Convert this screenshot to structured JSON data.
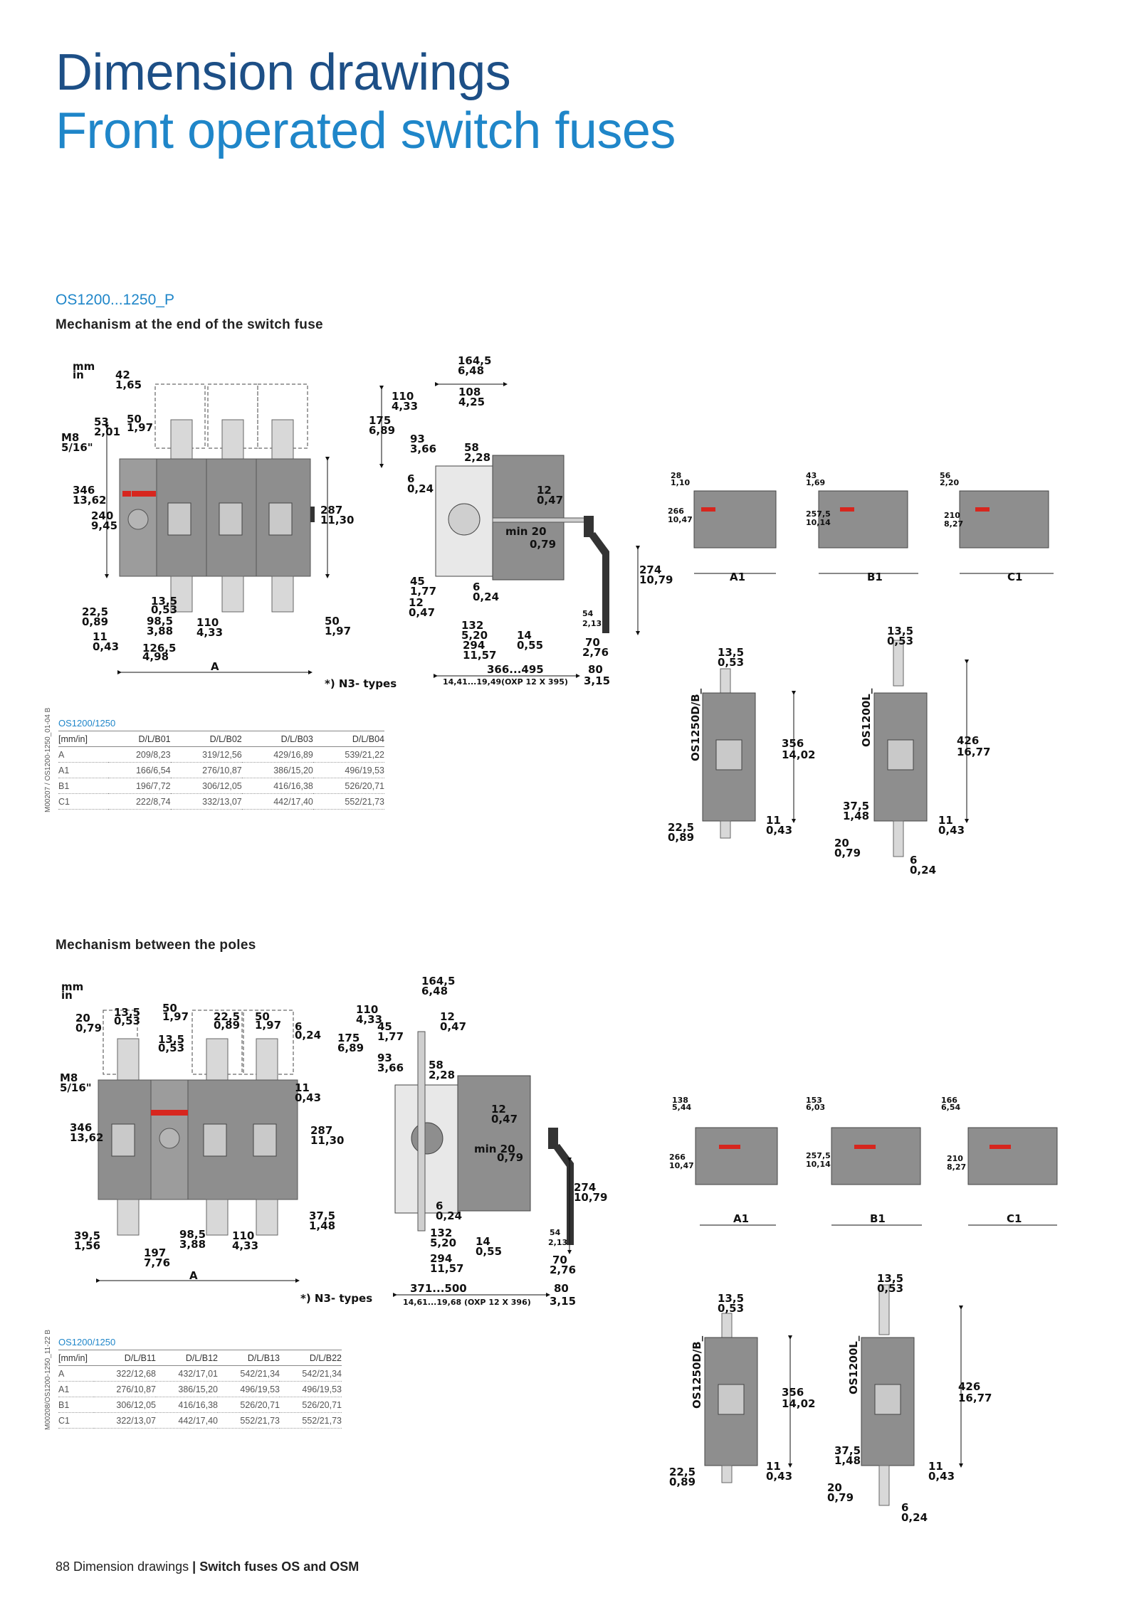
{
  "header": {
    "title_line1": "Dimension drawings",
    "title_line2": "Front operated switch fuses"
  },
  "section": {
    "title": "OS1200...1250_P",
    "sub1": "Mechanism at the end of the switch fuse",
    "sub2": "Mechanism between the poles"
  },
  "drawing_ref": {
    "top": "M00207 / OS1200-1250_01-04 B",
    "bottom": "M00208/OS1200-1250_11-22 B"
  },
  "labels": {
    "units_mm": "mm",
    "units_in": "in",
    "n3_note": "*) N3- types",
    "A": "A",
    "A1": "A1",
    "B1": "B1",
    "C1": "C1",
    "os1250db": "OS1250D/B_",
    "os1200l": "OS1200L_",
    "d356": "356",
    "d356in": "14,02",
    "d426": "426",
    "d426in": "16,77",
    "d135": "13,5",
    "d135in": "0,53",
    "d225": "22,5",
    "d225in": "0,89",
    "d11": "11",
    "d11in": "0,43",
    "d375": "37,5",
    "d375in": "1,48",
    "d20": "20",
    "d20in": "0,79",
    "d6": "6",
    "d6in": "0,24",
    "d1645": "164,5",
    "d1645in": "6,48",
    "d274": "274",
    "d274in": "10,79",
    "d287": "287",
    "d287in": "11,30",
    "d346": "346",
    "d346in": "13,62",
    "minlabel": "min 20",
    "minlabel_in": "0,79",
    "range1": "366...495",
    "range1b": "14,41...19,49(OXP 12 X 395)",
    "range2": "371...500",
    "range2b": "14,61...19,68 (OXP 12 X 396)",
    "d80": "80",
    "d315": "3,15",
    "d70": "70",
    "d276": "2,76",
    "m8": "M8",
    "m8in": "5/16\"",
    "d42": "42",
    "d42in": "1,65",
    "d53": "53",
    "d53in": "2,01",
    "d50": "50",
    "d50in": "1,97",
    "d240": "240",
    "d240in": "9,45",
    "d110": "110",
    "d110in": "4,33",
    "d175": "175",
    "d175in": "6,89",
    "d108": "108",
    "d108in": "4,25",
    "d93": "93",
    "d93in": "3,66",
    "d58": "58",
    "d58in": "2,28",
    "d12": "12",
    "d12in": "0,47",
    "d45": "45",
    "d45in": "1,77",
    "d132": "132",
    "d132in": "5,20",
    "d14": "14",
    "d14in": "0,55",
    "d294": "294",
    "d294in": "11,57",
    "d54": "54",
    "d54in": "2,13",
    "d1265": "126,5",
    "d1265in": "4,98",
    "d985": "98,5",
    "d985in": "3,88",
    "d197": "197",
    "d197in": "7,76",
    "d395": "39,5",
    "d395in": "1,56",
    "d266": "266",
    "d266in": "10,47",
    "d2575": "257,5",
    "d2575in": "10,14",
    "d210": "210",
    "d210in": "8,27",
    "d28": "28",
    "d28in": "1,10",
    "d43": "43",
    "d43in": "1,69",
    "d56": "56",
    "d56in": "2,20",
    "d138": "138",
    "d138in": "5,44",
    "d153": "153",
    "d153in": "6,03",
    "d166": "166",
    "d166in": "6,54"
  },
  "table1": {
    "caption": "OS1200/1250",
    "headers": [
      "[mm/in]",
      "D/L/B01",
      "D/L/B02",
      "D/L/B03",
      "D/L/B04"
    ],
    "rows": [
      [
        "A",
        "209/8,23",
        "319/12,56",
        "429/16,89",
        "539/21,22"
      ],
      [
        "A1",
        "166/6,54",
        "276/10,87",
        "386/15,20",
        "496/19,53"
      ],
      [
        "B1",
        "196/7,72",
        "306/12,05",
        "416/16,38",
        "526/20,71"
      ],
      [
        "C1",
        "222/8,74",
        "332/13,07",
        "442/17,40",
        "552/21,73"
      ]
    ]
  },
  "table2": {
    "caption": "OS1200/1250",
    "headers": [
      "[mm/in]",
      "D/L/B11",
      "D/L/B12",
      "D/L/B13",
      "D/L/B22"
    ],
    "rows": [
      [
        "A",
        "322/12,68",
        "432/17,01",
        "542/21,34",
        "542/21,34"
      ],
      [
        "A1",
        "276/10,87",
        "386/15,20",
        "496/19,53",
        "496/19,53"
      ],
      [
        "B1",
        "306/12,05",
        "416/16,38",
        "526/20,71",
        "526/20,71"
      ],
      [
        "C1",
        "322/13,07",
        "442/17,40",
        "552/21,73",
        "552/21,73"
      ]
    ]
  },
  "footer": {
    "page": "88",
    "section": "Dimension drawings",
    "separator": "|",
    "doc": "Switch fuses OS and OSM"
  },
  "colors": {
    "title_dark": "#1d4f86",
    "title_light": "#1f86c9",
    "body_gray": "#8e8e8e",
    "accent_red": "#d7261e"
  }
}
